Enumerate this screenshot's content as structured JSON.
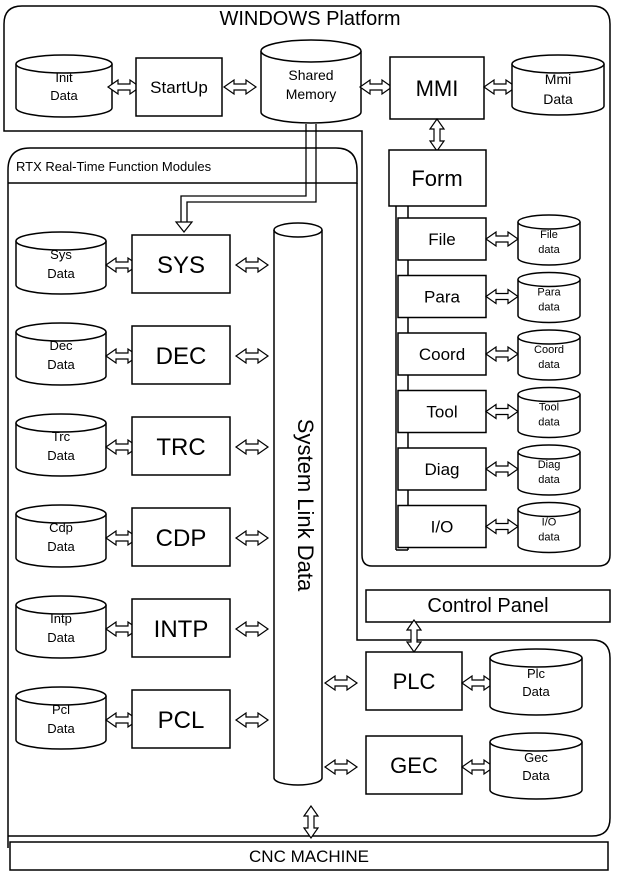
{
  "platform": {
    "title": "WINDOWS Platform"
  },
  "rtx": {
    "title": "RTX\u0018 Real-Time Function Modules"
  },
  "top_row": {
    "init_data": [
      "Init",
      "Data"
    ],
    "startup": "StartUp",
    "shared_memory": [
      "Shared",
      "Memory"
    ],
    "mmi": "MMI",
    "mmi_data": [
      "Mmi",
      "Data"
    ]
  },
  "form": {
    "title": "Form"
  },
  "form_items": [
    {
      "label": "File",
      "data": [
        "File",
        "data"
      ]
    },
    {
      "label": "Para",
      "data": [
        "Para",
        "data"
      ]
    },
    {
      "label": "Coord",
      "data": [
        "Coord",
        "data"
      ]
    },
    {
      "label": "Tool",
      "data": [
        "Tool",
        "data"
      ]
    },
    {
      "label": "Diag",
      "data": [
        "Diag",
        "data"
      ]
    },
    {
      "label": "I/O",
      "data": [
        "I/O",
        "data"
      ]
    }
  ],
  "modules": [
    {
      "label": "SYS",
      "data": [
        "Sys",
        "Data"
      ]
    },
    {
      "label": "DEC",
      "data": [
        "Dec",
        "Data"
      ]
    },
    {
      "label": "TRC",
      "data": [
        "Trc",
        "Data"
      ]
    },
    {
      "label": "CDP",
      "data": [
        "Cdp",
        "Data"
      ]
    },
    {
      "label": "INTP",
      "data": [
        "Intp",
        "Data"
      ]
    },
    {
      "label": "PCL",
      "data": [
        "Pcl",
        "Data"
      ]
    }
  ],
  "system_link": "System Link Data",
  "control_panel": "Control Panel",
  "plc": {
    "label": "PLC",
    "data": [
      "Plc",
      "Data"
    ]
  },
  "gec": {
    "label": "GEC",
    "data": [
      "Gec",
      "Data"
    ]
  },
  "cnc_machine": "CNC MACHINE"
}
